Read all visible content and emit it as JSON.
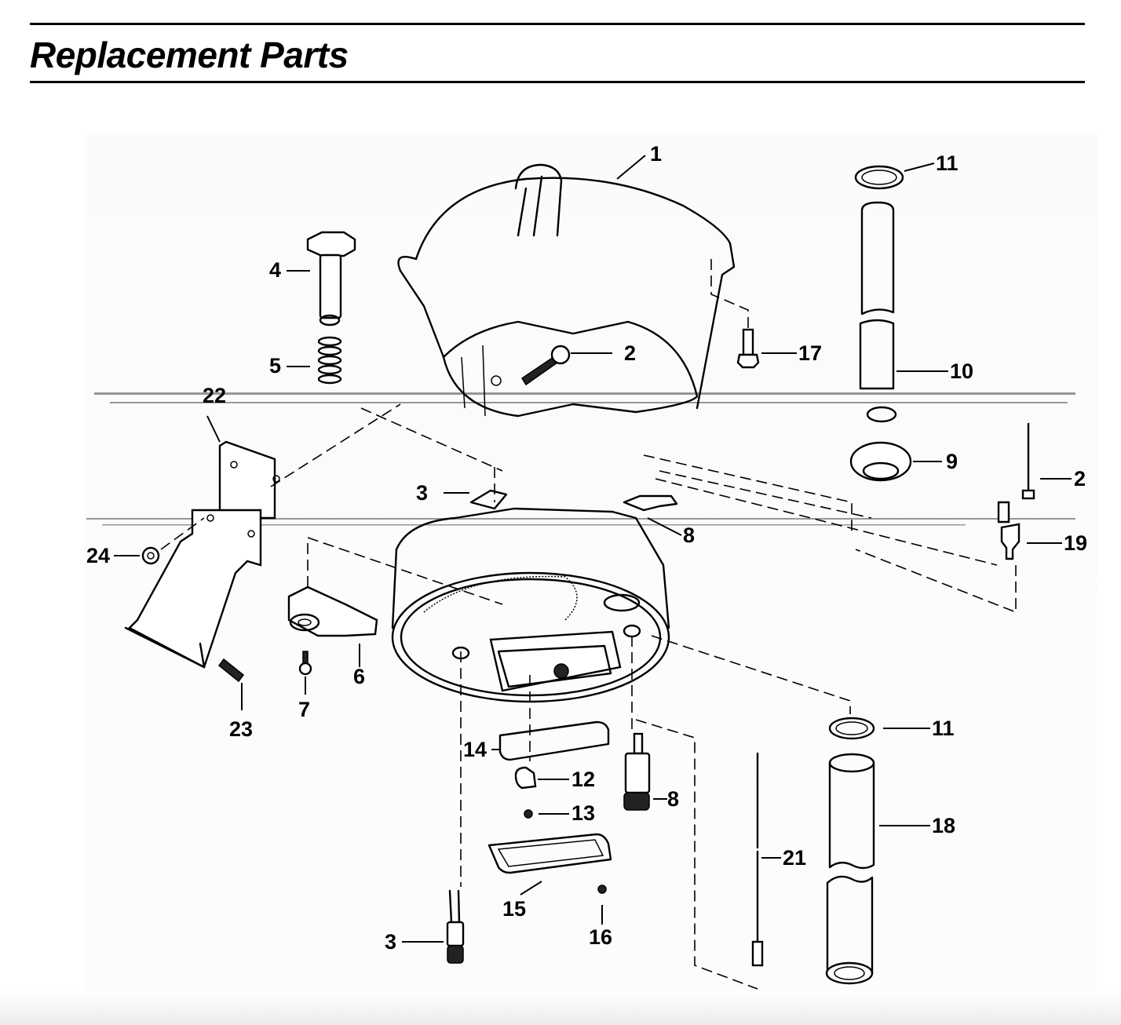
{
  "page": {
    "title": "Replacement Parts"
  },
  "diagram": {
    "description": "Exploded view parts diagram",
    "callouts": [
      {
        "id": "c1",
        "label": "1"
      },
      {
        "id": "c2a",
        "label": "2"
      },
      {
        "id": "c2b",
        "label": "2"
      },
      {
        "id": "c3a",
        "label": "3"
      },
      {
        "id": "c3b",
        "label": "3"
      },
      {
        "id": "c4",
        "label": "4"
      },
      {
        "id": "c5",
        "label": "5"
      },
      {
        "id": "c6",
        "label": "6"
      },
      {
        "id": "c7",
        "label": "7"
      },
      {
        "id": "c8a",
        "label": "8"
      },
      {
        "id": "c8b",
        "label": "8"
      },
      {
        "id": "c9",
        "label": "9"
      },
      {
        "id": "c10",
        "label": "10"
      },
      {
        "id": "c11a",
        "label": "11"
      },
      {
        "id": "c11b",
        "label": "11"
      },
      {
        "id": "c12",
        "label": "12"
      },
      {
        "id": "c13",
        "label": "13"
      },
      {
        "id": "c14",
        "label": "14"
      },
      {
        "id": "c15",
        "label": "15"
      },
      {
        "id": "c16",
        "label": "16"
      },
      {
        "id": "c17",
        "label": "17"
      },
      {
        "id": "c18",
        "label": "18"
      },
      {
        "id": "c19",
        "label": "19"
      },
      {
        "id": "c21",
        "label": "21"
      },
      {
        "id": "c22",
        "label": "22"
      },
      {
        "id": "c23",
        "label": "23"
      },
      {
        "id": "c24",
        "label": "24"
      }
    ]
  }
}
